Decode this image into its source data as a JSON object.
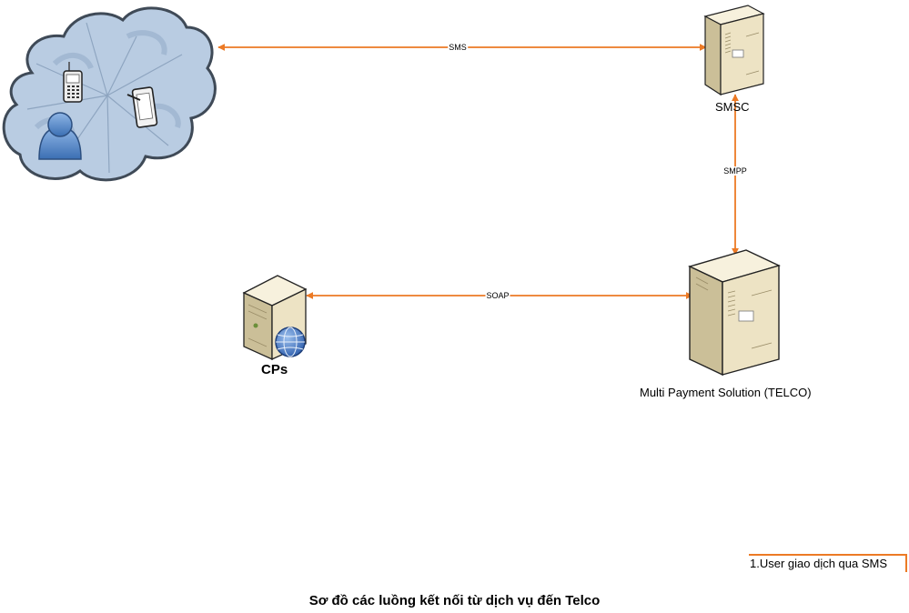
{
  "diagram": {
    "title": "Sơ đồ các luồng kết nối từ dịch vụ đến Telco",
    "nodes": {
      "user_cloud": {
        "label": "",
        "icons": [
          "cloud-icon",
          "mobile-phone-icon",
          "tablet-icon",
          "user-icon"
        ]
      },
      "smsc": {
        "label": "SMSC",
        "icon": "server-tower-icon"
      },
      "cps": {
        "label": "CPs",
        "icon": "web-server-icon"
      },
      "mps": {
        "label": "Multi Payment Solution (TELCO)",
        "icon": "server-tower-icon"
      }
    },
    "edges": {
      "sms": {
        "label": "SMS",
        "from": "user_cloud",
        "to": "smsc",
        "direction": "both"
      },
      "smpp": {
        "label": "SMPP",
        "from": "smsc",
        "to": "mps",
        "direction": "both"
      },
      "soap": {
        "label": "SOAP",
        "from": "cps",
        "to": "mps",
        "direction": "both"
      }
    },
    "legend": {
      "text": "1.User giao dịch qua SMS"
    },
    "colors": {
      "connector": "#ec7a25",
      "cloud_fill": "#b9cce2",
      "cloud_stroke": "#3f4a57",
      "server_front": "#ede3c4",
      "server_side": "#cbbf98",
      "server_top": "#f7f1dd",
      "user": "#4f86c6",
      "globe": "#3f74c4"
    }
  }
}
